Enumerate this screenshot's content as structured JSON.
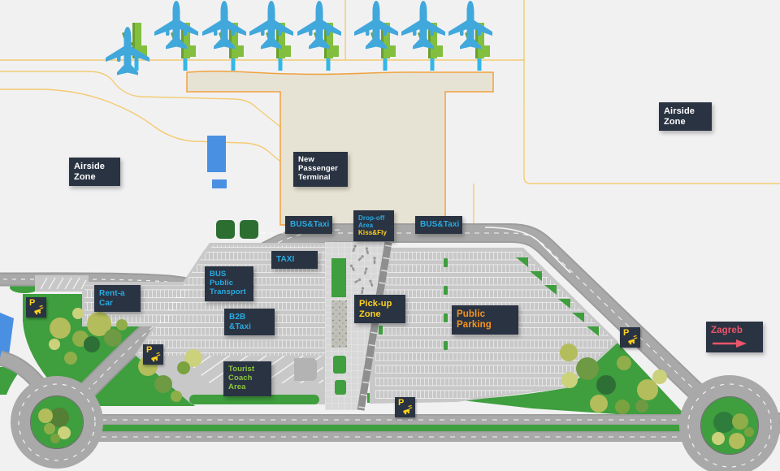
{
  "signs": {
    "airside_left": {
      "lines": [
        "Airside",
        "Zone"
      ]
    },
    "airside_right": {
      "lines": [
        "Airside",
        "Zone"
      ]
    },
    "new_passenger_terminal": {
      "lines": [
        "New",
        "Passenger",
        "Terminal"
      ]
    },
    "bus_taxi_left": {
      "label": "BUS&Taxi"
    },
    "bus_taxi_right": {
      "label": "BUS&Taxi"
    },
    "drop_off": {
      "lines": [
        "Drop-off",
        "Area"
      ],
      "highlight": "Kiss&Fly"
    },
    "taxi": {
      "label": "TAXI"
    },
    "bus_public_transport": {
      "lines": [
        "BUS",
        "Public",
        "Transport"
      ]
    },
    "b2b_taxi": {
      "label": "B2B &Taxi"
    },
    "rent_a_car": {
      "lines": [
        "Rent-a",
        "Car"
      ]
    },
    "tourist_coach_area": {
      "lines": [
        "Tourist",
        "Coach",
        "Area"
      ]
    },
    "pick_up_zone": {
      "lines": [
        "Pick-up",
        "Zone"
      ]
    },
    "public_parking": {
      "lines": [
        "Public",
        "Parking"
      ]
    },
    "zagreb": {
      "label": "Zagreb"
    },
    "parking_sign": {
      "label": "P"
    }
  },
  "icons": {
    "zagreb_arrow": "arrow-right",
    "parking_car": "car-with-direction",
    "airplane": "airplane-top-view",
    "jet_bridge": "jet-bridge",
    "person": "pedestrian"
  },
  "colors": {
    "sign_background": "#2a3342",
    "sign_cyan": "#29abe2",
    "sign_yellow": "#ffd21f",
    "sign_orange": "#f7941e",
    "sign_green": "#8dc63f",
    "sign_pink": "#e9566b",
    "grass": "#3f9e3e",
    "road": "#a9a9a9",
    "parking_lot": "#c8c8c8",
    "terminal": "#e7e3d4",
    "terminal_outline": "#f0a240",
    "taxiway_line": "#f4c96b",
    "plane_blue": "#41a8dc",
    "bridge_green": "#82bf3e"
  }
}
